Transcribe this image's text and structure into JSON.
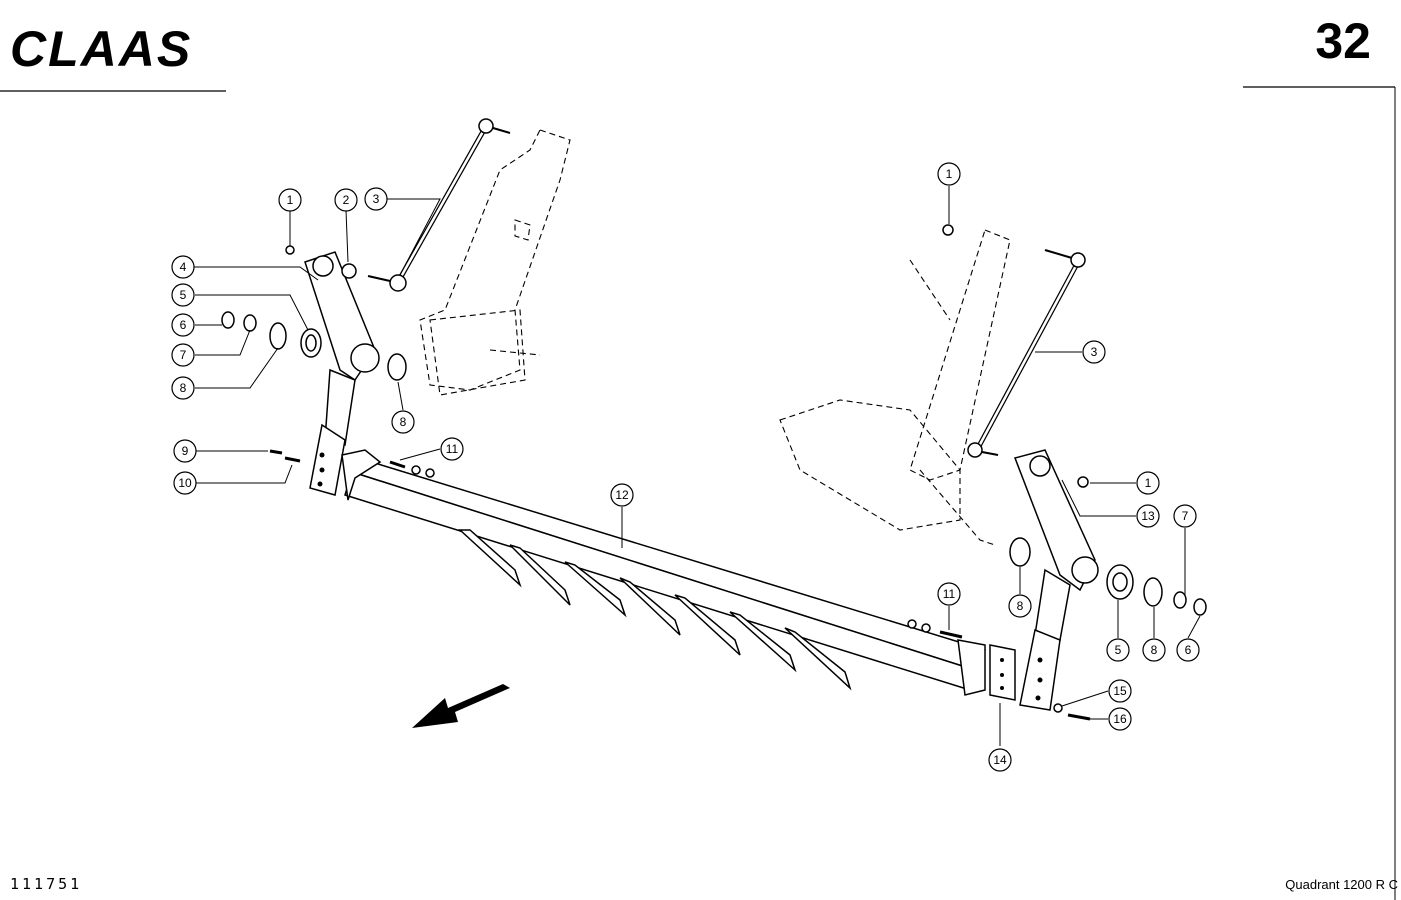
{
  "header": {
    "brand": "CLAAS",
    "page_number": "32"
  },
  "footer": {
    "drawing_number": "111751",
    "model": "Quadrant  1200 R C"
  },
  "callouts": [
    "1",
    "2",
    "3",
    "4",
    "5",
    "6",
    "7",
    "8",
    "9",
    "10",
    "11",
    "12",
    "13",
    "14",
    "15",
    "16"
  ]
}
